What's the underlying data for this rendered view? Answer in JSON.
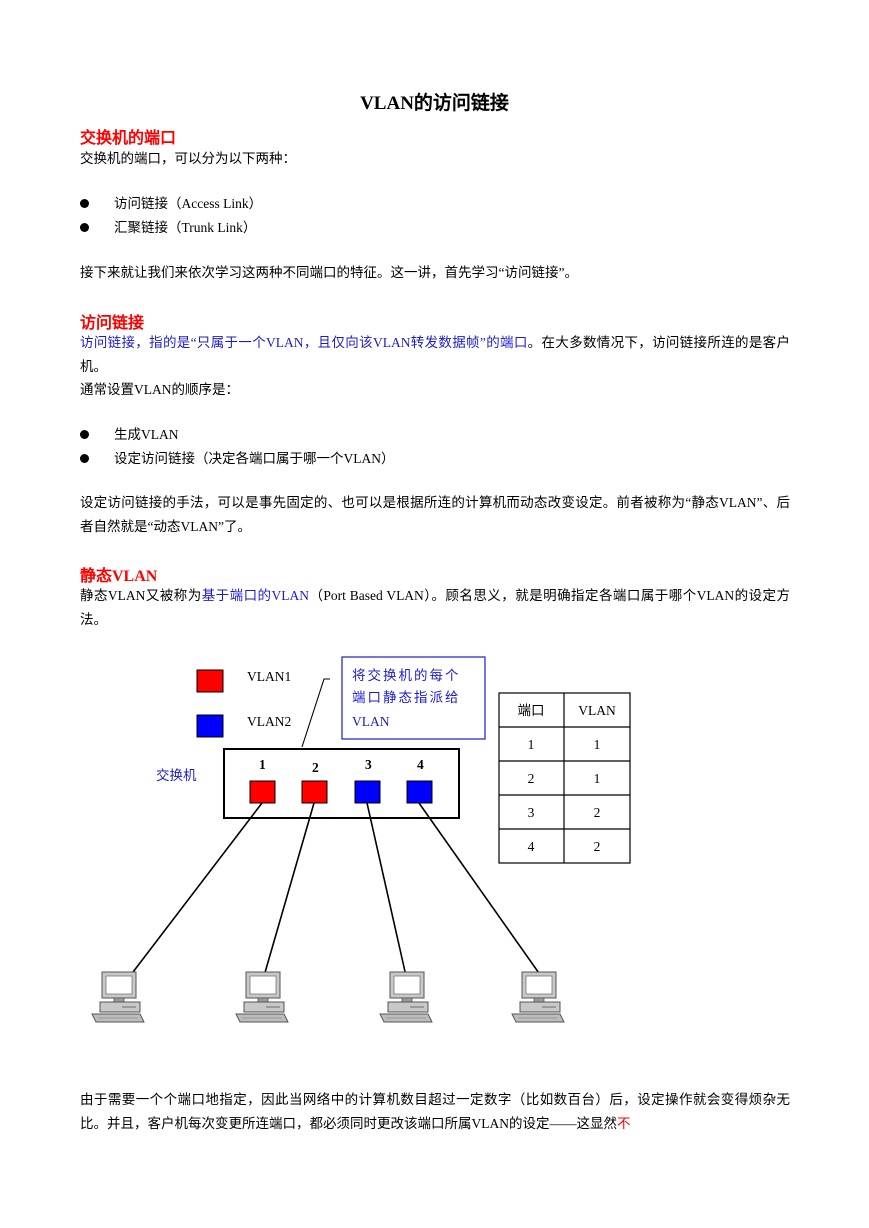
{
  "title": "VLAN的访问链接",
  "section1": {
    "heading": "交换机的端口",
    "intro": "交换机的端口，可以分为以下两种：",
    "bullets": [
      "访问链接（Access Link）",
      "汇聚链接（Trunk Link）"
    ],
    "outro": "接下来就让我们来依次学习这两种不同端口的特征。这一讲，首先学习“访问链接”。"
  },
  "section2": {
    "heading": "访问链接",
    "definition": "访问链接，指的是“只属于一个VLAN，且仅向该VLAN转发数据帧”的端口",
    "definition_rest": "。在大多数情况下，访问链接所连的是客户机。",
    "order_intro": "通常设置VLAN的顺序是：",
    "bullets": [
      "生成VLAN",
      "设定访问链接（决定各端口属于哪一个VLAN）"
    ],
    "para": "设定访问链接的手法，可以是事先固定的、也可以是根据所连的计算机而动态改变设定。前者被称为“静态VLAN”、后者自然就是“动态VLAN”了。"
  },
  "section3": {
    "heading": "静态VLAN",
    "text_a": "静态VLAN又被称为",
    "text_b": "基于端口的VLAN",
    "text_c": "（Port Based VLAN）。顾名思义，就是明确指定各端口属于哪个VLAN的设定方法。"
  },
  "diagram": {
    "legend": [
      {
        "label": "VLAN1",
        "color": "#ff0000"
      },
      {
        "label": "VLAN2",
        "color": "#0000ff"
      }
    ],
    "callout_lines": [
      "将交换机的每个",
      "端口静态指派给",
      "VLAN"
    ],
    "switch_label": "交换机",
    "ports": [
      {
        "number": "1",
        "color": "#ff0000"
      },
      {
        "number": "2",
        "color": "#ff0000"
      },
      {
        "number": "3",
        "color": "#0000ff"
      },
      {
        "number": "4",
        "color": "#0000ff"
      }
    ],
    "table": {
      "headers": [
        "端口",
        "VLAN"
      ],
      "rows": [
        [
          "1",
          "1"
        ],
        [
          "2",
          "1"
        ],
        [
          "3",
          "2"
        ],
        [
          "4",
          "2"
        ]
      ]
    },
    "computer_icon": "desktop-computer-icon"
  },
  "footer": {
    "text": "由于需要一个个端口地指定，因此当网络中的计算机数目超过一定数字（比如数百台）后，设定操作就会变得烦杂无比。并且，客户机每次变更所连端口，都必须同时更改该端口所属VLAN的设定——这显然",
    "text_red": "不"
  }
}
